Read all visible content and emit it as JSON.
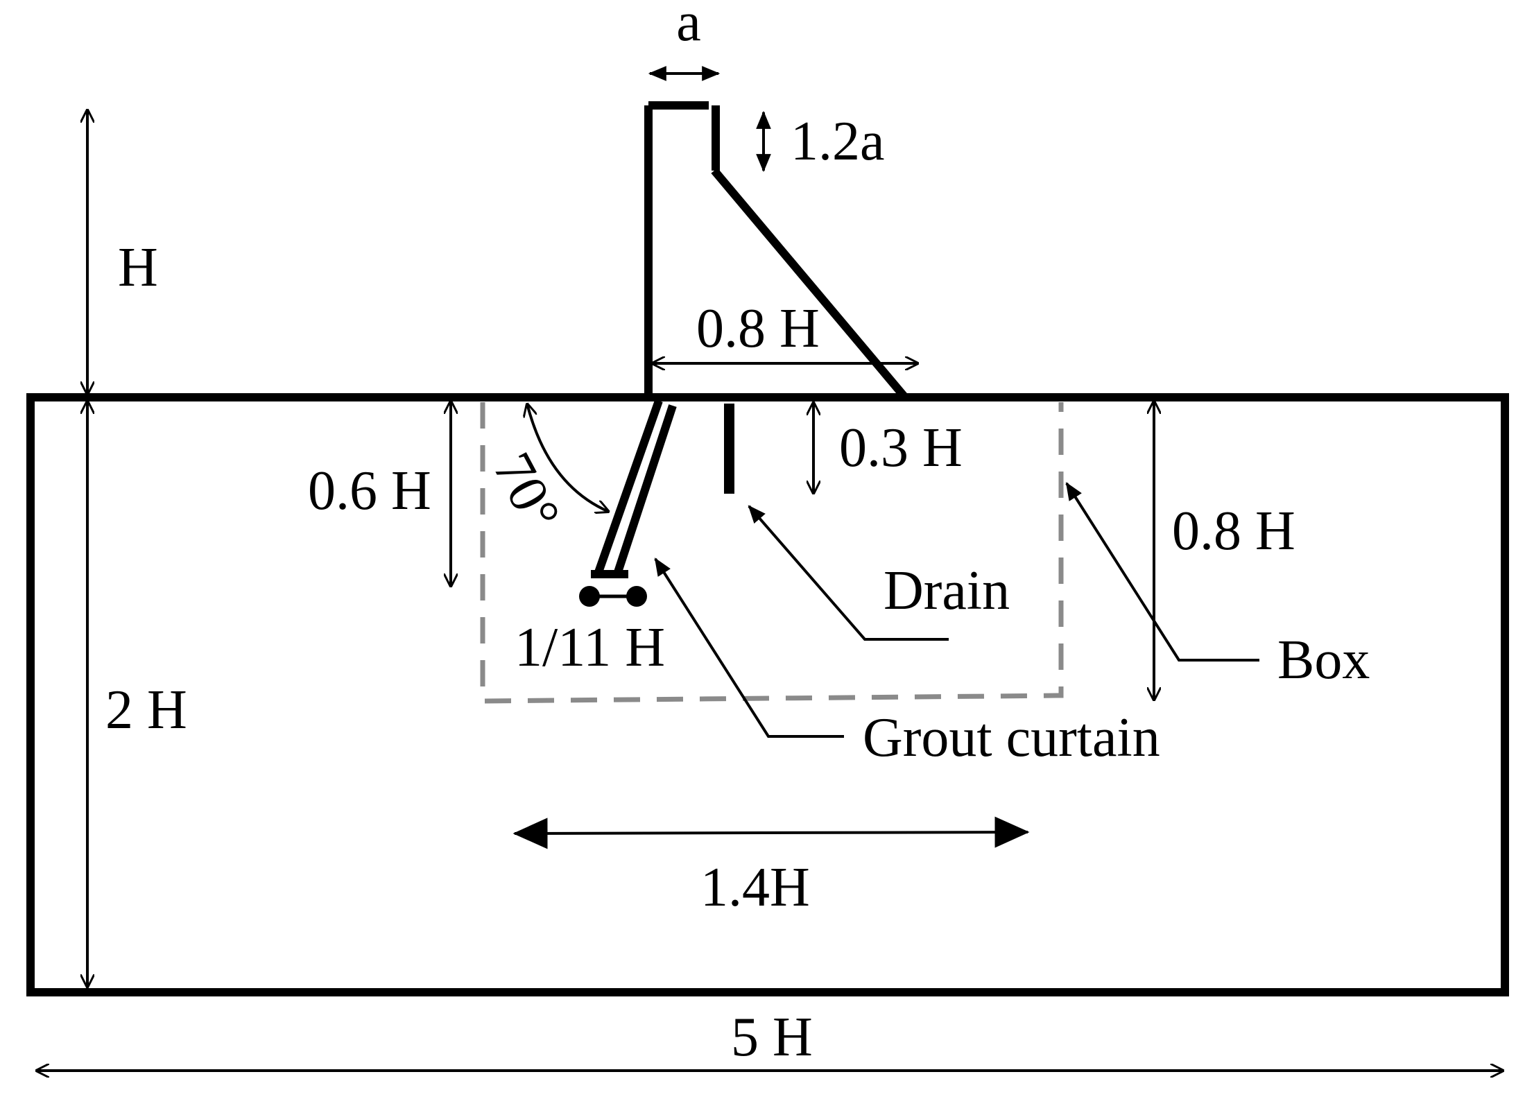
{
  "labels": {
    "crest_width": "a",
    "crest_height": "1.2a",
    "dam_height": "H",
    "dam_base": "0.8 H",
    "foundation_depth": "2 H",
    "grout_depth": "0.6 H",
    "angle": "70°",
    "curtain_width": "1/11 H",
    "drain_depth": "0.3 H",
    "box_depth": "0.8 H",
    "box_width": "1.4H",
    "total_width": "5 H",
    "drain": "Drain",
    "box": "Box",
    "grout_curtain": "Grout curtain"
  },
  "colors": {
    "ink": "#000000",
    "box_dash": "#8a8a8a",
    "background": "#ffffff"
  }
}
